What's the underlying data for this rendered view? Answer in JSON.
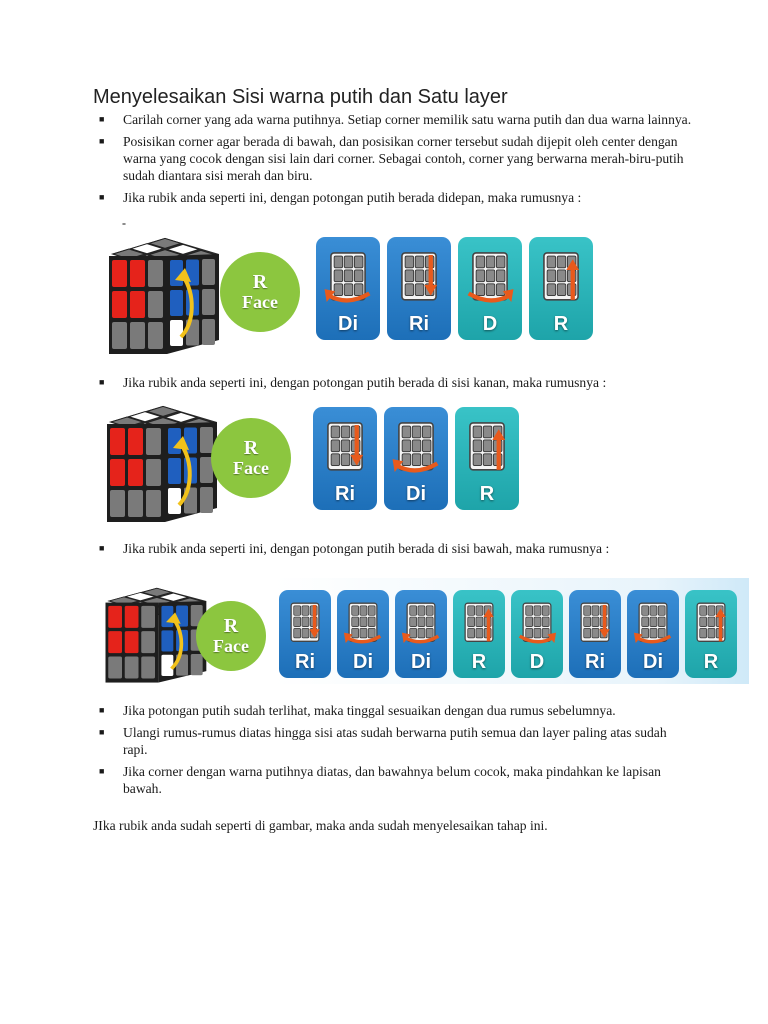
{
  "title": "Menyelesaikan Sisi warna putih dan Satu layer",
  "bullets_top": [
    {
      "text": "Carilah corner yang ada warna putihnya. Setiap corner memilik satu warna putih dan dua warna lainnya."
    },
    {
      "text": "Posisikan corner agar berada di bawah, dan posisikan corner tersebut sudah dijepit oleh center dengan warna yang cocok dengan sisi lain dari corner. Sebagai contoh, corner yang berwarna merah-biru-putih sudah diantara sisi merah dan biru."
    },
    {
      "text": "Jika rubik anda seperti ini, dengan potongan putih berada didepan, maka rumusnya :"
    }
  ],
  "stray_mark": "-",
  "section1": {
    "badge": {
      "line1": "R",
      "line2": "Face"
    },
    "moves": [
      {
        "label": "Di",
        "tone": "blue",
        "icon": "rotate-bottom-left-icon"
      },
      {
        "label": "Ri",
        "tone": "blue",
        "icon": "arrow-down-icon"
      },
      {
        "label": "D",
        "tone": "teal",
        "icon": "rotate-bottom-right-icon"
      },
      {
        "label": "R",
        "tone": "teal",
        "icon": "arrow-up-icon"
      }
    ]
  },
  "bullet_side": {
    "text": "Jika rubik anda seperti ini, dengan potongan putih berada di sisi kanan, maka rumusnya :"
  },
  "section2": {
    "badge": {
      "line1": "R",
      "line2": "Face"
    },
    "moves": [
      {
        "label": "Ri",
        "tone": "blue",
        "icon": "arrow-down-icon"
      },
      {
        "label": "Di",
        "tone": "blue",
        "icon": "rotate-bottom-left-icon"
      },
      {
        "label": "R",
        "tone": "teal",
        "icon": "arrow-up-icon"
      }
    ]
  },
  "bullet_bottom": {
    "text": "Jika rubik anda seperti ini, dengan potongan putih berada di sisi bawah, maka rumusnya :"
  },
  "section3": {
    "badge": {
      "line1": "R",
      "line2": "Face"
    },
    "moves": [
      {
        "label": "Ri",
        "tone": "blue",
        "icon": "arrow-down-icon"
      },
      {
        "label": "Di",
        "tone": "blue",
        "icon": "rotate-bottom-left-icon"
      },
      {
        "label": "Di",
        "tone": "blue",
        "icon": "rotate-bottom-left-icon"
      },
      {
        "label": "R",
        "tone": "teal",
        "icon": "arrow-up-icon"
      },
      {
        "label": "D",
        "tone": "teal",
        "icon": "rotate-bottom-right-icon"
      },
      {
        "label": "Ri",
        "tone": "blue",
        "icon": "arrow-down-icon"
      },
      {
        "label": "Di",
        "tone": "blue",
        "icon": "rotate-bottom-left-icon"
      },
      {
        "label": "R",
        "tone": "teal",
        "icon": "arrow-up-icon"
      }
    ]
  },
  "bullets_end": [
    {
      "text": "Jika potongan putih sudah terlihat, maka tinggal sesuaikan dengan dua rumus sebelumnya."
    },
    {
      "text": "Ulangi rumus-rumus diatas hingga sisi atas sudah berwarna putih semua dan layer paling atas sudah rapi."
    },
    {
      "text": "Jika corner dengan warna putihnya diatas, dan bawahnya belum cocok, maka pindahkan ke lapisan bawah."
    }
  ],
  "closing": "JIka rubik anda sudah seperti di gambar, maka anda sudah menyelesaikan tahap ini.",
  "colors": {
    "red": "#e5231b",
    "blue": "#1f5fbf",
    "white": "#ffffff",
    "gray": "#7a7a7a",
    "arrow": "#e85a1c",
    "badge": "#8cc63f"
  }
}
